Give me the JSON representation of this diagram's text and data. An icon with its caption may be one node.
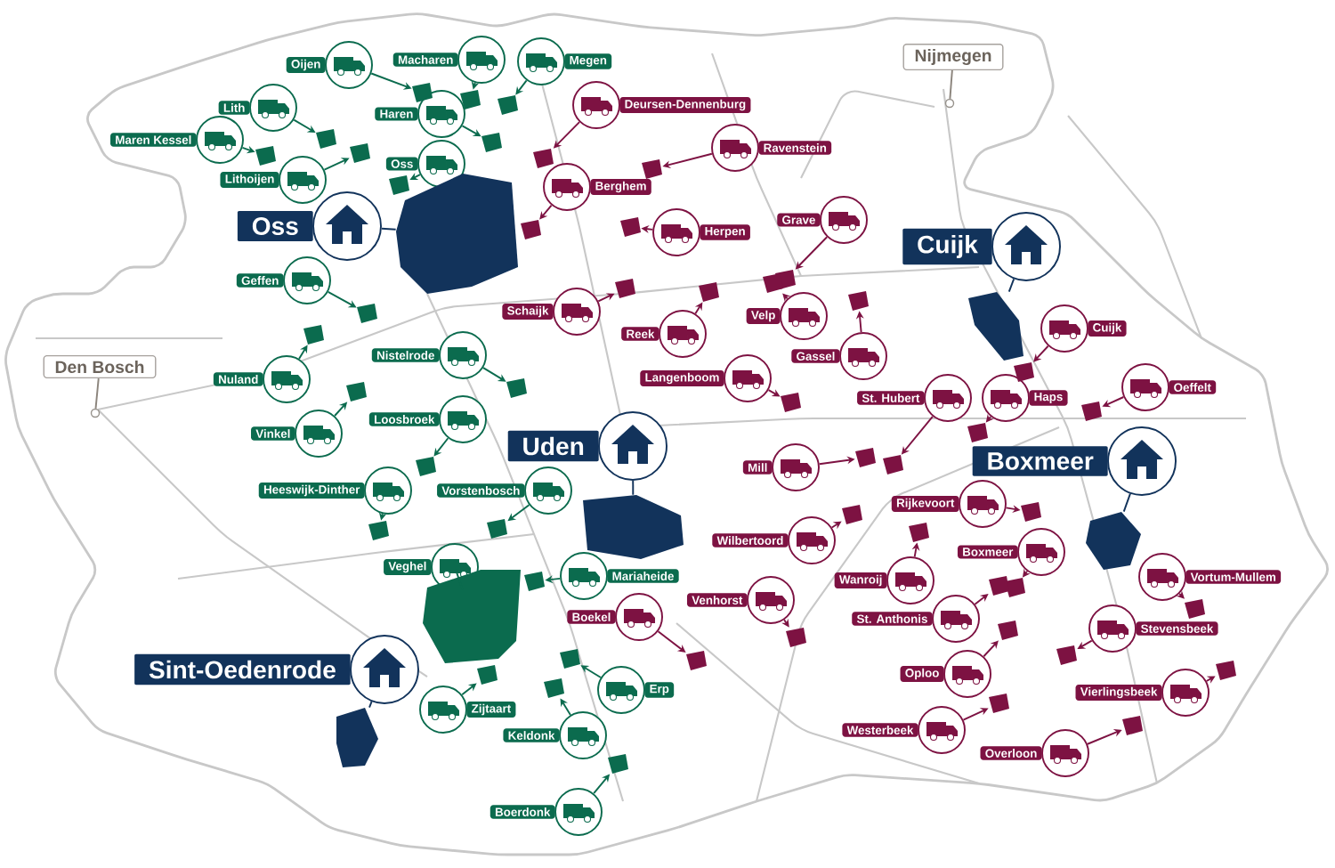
{
  "diagram": {
    "nodes": [
      {
        "text": [
          "Oijen"
        ]
      },
      {
        "text": [
          "Macharen"
        ]
      },
      {
        "text": [
          "Megen"
        ]
      },
      {
        "text": [
          "Lith"
        ]
      },
      {
        "text": [
          "Haren"
        ]
      },
      {
        "text": [
          "Maren Kessel"
        ]
      },
      {
        "text": [
          "Oss"
        ]
      },
      {
        "text": [
          "Lithoijen"
        ]
      },
      {
        "text": [
          "Geffen"
        ]
      },
      {
        "text": [
          "Nistelrode"
        ]
      },
      {
        "text": [
          "Nuland"
        ]
      },
      {
        "text": [
          "Loosbroek"
        ]
      },
      {
        "text": [
          "Vinkel"
        ]
      },
      {
        "text": [
          "Heeswijk-Dinther"
        ]
      },
      {
        "text": [
          "Vorstenbosch"
        ]
      },
      {
        "text": [
          "Veghel"
        ]
      },
      {
        "text": [
          "Mariaheide"
        ]
      },
      {
        "text": [
          "Zijtaart"
        ]
      },
      {
        "text": [
          "Erp"
        ]
      },
      {
        "text": [
          "Keldonk"
        ]
      },
      {
        "text": [
          "Boerdonk"
        ]
      },
      {
        "text": [
          "Deursen-Dennenburg"
        ]
      },
      {
        "text": [
          "Ravenstein"
        ]
      },
      {
        "text": [
          "Berghem"
        ]
      },
      {
        "text": [
          "Herpen"
        ]
      },
      {
        "text": [
          "Grave"
        ]
      },
      {
        "text": [
          "Schaijk"
        ]
      },
      {
        "text": [
          "Reek"
        ]
      },
      {
        "text": [
          "Velp"
        ]
      },
      {
        "text": [
          "Gassel"
        ]
      },
      {
        "text": [
          "Langenboom"
        ]
      },
      {
        "text": [
          "St. Hubert"
        ]
      },
      {
        "text": [
          "Haps"
        ]
      },
      {
        "text": [
          "Oeffelt"
        ]
      },
      {
        "text": [
          "Cuijk"
        ]
      },
      {
        "text": [
          "Mill"
        ]
      },
      {
        "text": [
          "Rijkevoort"
        ]
      },
      {
        "text": [
          "Wilbertoord"
        ]
      },
      {
        "text": [
          "Boxmeer"
        ]
      },
      {
        "text": [
          "Wanroij"
        ]
      },
      {
        "text": [
          "Vortum-Mullem"
        ]
      },
      {
        "text": [
          "Venhorst"
        ]
      },
      {
        "text": [
          "Boekel"
        ]
      },
      {
        "text": [
          "St. Anthonis"
        ]
      },
      {
        "text": [
          "Stevensbeek"
        ]
      },
      {
        "text": [
          "Oploo"
        ]
      },
      {
        "text": [
          "Vierlingsbeek"
        ]
      },
      {
        "text": [
          "Westerbeek"
        ]
      },
      {
        "text": [
          "Overloon"
        ]
      },
      {
        "text": [
          "Oss"
        ]
      },
      {
        "text": [
          "Cuijk"
        ]
      },
      {
        "text": [
          "Uden"
        ]
      },
      {
        "text": [
          "Boxmeer"
        ]
      },
      {
        "text": [
          "Sint-Oedenrode"
        ]
      },
      {
        "text": [
          "Nijmegen"
        ]
      },
      {
        "text": [
          "Den Bosch"
        ]
      },
      {
        "text": [],
        "shape": "area"
      },
      {
        "text": [],
        "shape": "area"
      },
      {
        "text": [],
        "shape": "area"
      },
      {
        "text": [],
        "shape": "area"
      },
      {
        "text": [],
        "shape": "area"
      },
      {
        "text": [],
        "shape": "area"
      },
      {
        "text": [],
        "shape": "area"
      },
      {
        "text": [],
        "shape": "area"
      },
      {
        "text": [],
        "shape": "area"
      },
      {
        "text": [],
        "shape": "area"
      },
      {
        "text": [],
        "shape": "area"
      },
      {
        "text": [],
        "shape": "area"
      },
      {
        "text": [],
        "shape": "area"
      },
      {
        "text": [],
        "shape": "area"
      },
      {
        "text": [],
        "shape": "area"
      },
      {
        "text": [],
        "shape": "area"
      },
      {
        "text": [],
        "shape": "area"
      },
      {
        "text": [],
        "shape": "area"
      },
      {
        "text": [],
        "shape": "area"
      },
      {
        "text": [],
        "shape": "area"
      },
      {
        "text": [],
        "shape": "area"
      },
      {
        "text": [],
        "shape": "area"
      },
      {
        "text": [],
        "shape": "area"
      },
      {
        "text": [],
        "shape": "area"
      },
      {
        "text": [],
        "shape": "area"
      },
      {
        "text": [],
        "shape": "area"
      },
      {
        "text": [],
        "shape": "area"
      },
      {
        "text": [],
        "shape": "area"
      },
      {
        "text": [],
        "shape": "area"
      },
      {
        "text": [],
        "shape": "area"
      },
      {
        "text": [],
        "shape": "area"
      },
      {
        "text": [],
        "shape": "area"
      },
      {
        "text": [],
        "shape": "area"
      },
      {
        "text": [],
        "shape": "area"
      },
      {
        "text": [],
        "shape": "area"
      },
      {
        "text": [],
        "shape": "area"
      },
      {
        "text": [],
        "shape": "area"
      },
      {
        "text": [],
        "shape": "area"
      },
      {
        "text": [],
        "shape": "area"
      },
      {
        "text": [],
        "shape": "area"
      },
      {
        "text": [],
        "shape": "area"
      },
      {
        "text": [],
        "shape": "area"
      },
      {
        "text": [],
        "shape": "area"
      },
      {
        "text": [],
        "shape": "area"
      },
      {
        "text": [],
        "shape": "area"
      },
      {
        "text": [],
        "shape": "area"
      },
      {
        "text": [],
        "shape": "area"
      },
      {
        "text": [],
        "shape": "area"
      },
      {
        "text": [],
        "shape": "area"
      },
      {
        "text": [],
        "shape": "area"
      },
      {
        "text": [],
        "shape": "area"
      },
      {
        "text": [],
        "shape": "area"
      },
      {
        "text": [],
        "shape": "area"
      },
      {
        "text": [],
        "shape": "area"
      },
      {
        "text": [],
        "shape": "circle"
      },
      {
        "text": [],
        "shape": "circle"
      }
    ],
    "edges": [
      {
        "from": 0,
        "to": 56,
        "arrow": "to",
        "color": "#0b6b4e"
      },
      {
        "from": 1,
        "to": 57,
        "arrow": "to",
        "color": "#0b6b4e"
      },
      {
        "from": 2,
        "to": 58,
        "arrow": "to",
        "color": "#0b6b4e"
      },
      {
        "from": 3,
        "to": 59,
        "arrow": "to",
        "color": "#0b6b4e"
      },
      {
        "from": 4,
        "to": 60,
        "arrow": "to",
        "color": "#0b6b4e"
      },
      {
        "from": 5,
        "to": 61,
        "arrow": "to",
        "color": "#0b6b4e"
      },
      {
        "from": 6,
        "to": 62,
        "arrow": "to",
        "color": "#0b6b4e"
      },
      {
        "from": 7,
        "to": 63,
        "arrow": "to",
        "color": "#0b6b4e"
      },
      {
        "from": 8,
        "to": 64,
        "arrow": "to",
        "color": "#0b6b4e"
      },
      {
        "from": 9,
        "to": 65,
        "arrow": "to",
        "color": "#0b6b4e"
      },
      {
        "from": 10,
        "to": 66,
        "arrow": "to",
        "color": "#0b6b4e"
      },
      {
        "from": 11,
        "to": 67,
        "arrow": "to",
        "color": "#0b6b4e"
      },
      {
        "from": 12,
        "to": 68,
        "arrow": "to",
        "color": "#0b6b4e"
      },
      {
        "from": 13,
        "to": 69,
        "arrow": "to",
        "color": "#0b6b4e"
      },
      {
        "from": 14,
        "to": 70,
        "arrow": "to",
        "color": "#0b6b4e"
      },
      {
        "from": 15,
        "to": 71,
        "arrow": "none",
        "color": "#0b6b4e"
      },
      {
        "from": 16,
        "to": 72,
        "arrow": "to",
        "color": "#0b6b4e"
      },
      {
        "from": 17,
        "to": 73,
        "arrow": "to",
        "color": "#0b6b4e"
      },
      {
        "from": 18,
        "to": 74,
        "arrow": "to",
        "color": "#0b6b4e"
      },
      {
        "from": 19,
        "to": 75,
        "arrow": "to",
        "color": "#0b6b4e"
      },
      {
        "from": 20,
        "to": 76,
        "arrow": "to",
        "color": "#0b6b4e"
      },
      {
        "from": 21,
        "to": 77,
        "arrow": "to"
      },
      {
        "from": 22,
        "to": 78,
        "arrow": "to"
      },
      {
        "from": 23,
        "to": 79,
        "arrow": "to"
      },
      {
        "from": 24,
        "to": 80,
        "arrow": "to"
      },
      {
        "from": 25,
        "to": 81,
        "arrow": "to"
      },
      {
        "from": 26,
        "to": 82,
        "arrow": "to"
      },
      {
        "from": 27,
        "to": 83,
        "arrow": "to"
      },
      {
        "from": 28,
        "to": 84,
        "arrow": "to"
      },
      {
        "from": 29,
        "to": 85,
        "arrow": "to"
      },
      {
        "from": 30,
        "to": 86,
        "arrow": "to"
      },
      {
        "from": 31,
        "to": 87,
        "arrow": "to"
      },
      {
        "from": 32,
        "to": 88,
        "arrow": "to"
      },
      {
        "from": 33,
        "to": 89,
        "arrow": "to"
      },
      {
        "from": 34,
        "to": 90,
        "arrow": "to"
      },
      {
        "from": 35,
        "to": 91,
        "arrow": "to"
      },
      {
        "from": 36,
        "to": 92,
        "arrow": "to"
      },
      {
        "from": 37,
        "to": 93,
        "arrow": "to"
      },
      {
        "from": 38,
        "to": 94,
        "arrow": "to"
      },
      {
        "from": 39,
        "to": 95,
        "arrow": "to"
      },
      {
        "from": 40,
        "to": 96,
        "arrow": "to"
      },
      {
        "from": 41,
        "to": 97,
        "arrow": "to"
      },
      {
        "from": 42,
        "to": 98,
        "arrow": "to"
      },
      {
        "from": 43,
        "to": 99,
        "arrow": "to"
      },
      {
        "from": 44,
        "to": 100,
        "arrow": "to"
      },
      {
        "from": 45,
        "to": 101,
        "arrow": "to"
      },
      {
        "from": 46,
        "to": 102,
        "arrow": "to"
      },
      {
        "from": 47,
        "to": 103,
        "arrow": "to"
      },
      {
        "from": 48,
        "to": 104,
        "arrow": "to"
      },
      {
        "from": 49,
        "to": 105,
        "arrow": "none",
        "color": "#12335b"
      },
      {
        "from": 50,
        "to": 106,
        "arrow": "none",
        "color": "#12335b"
      },
      {
        "from": 51,
        "to": 107,
        "arrow": "none",
        "color": "#12335b"
      },
      {
        "from": 52,
        "to": 108,
        "arrow": "none",
        "color": "#12335b"
      },
      {
        "from": 53,
        "to": 109,
        "arrow": "none",
        "color": "#12335b"
      },
      {
        "from": 54,
        "to": 110,
        "arrow": "none",
        "color": "#8c857d"
      },
      {
        "from": 55,
        "to": 111,
        "arrow": "none",
        "color": "#8c857d"
      }
    ]
  }
}
